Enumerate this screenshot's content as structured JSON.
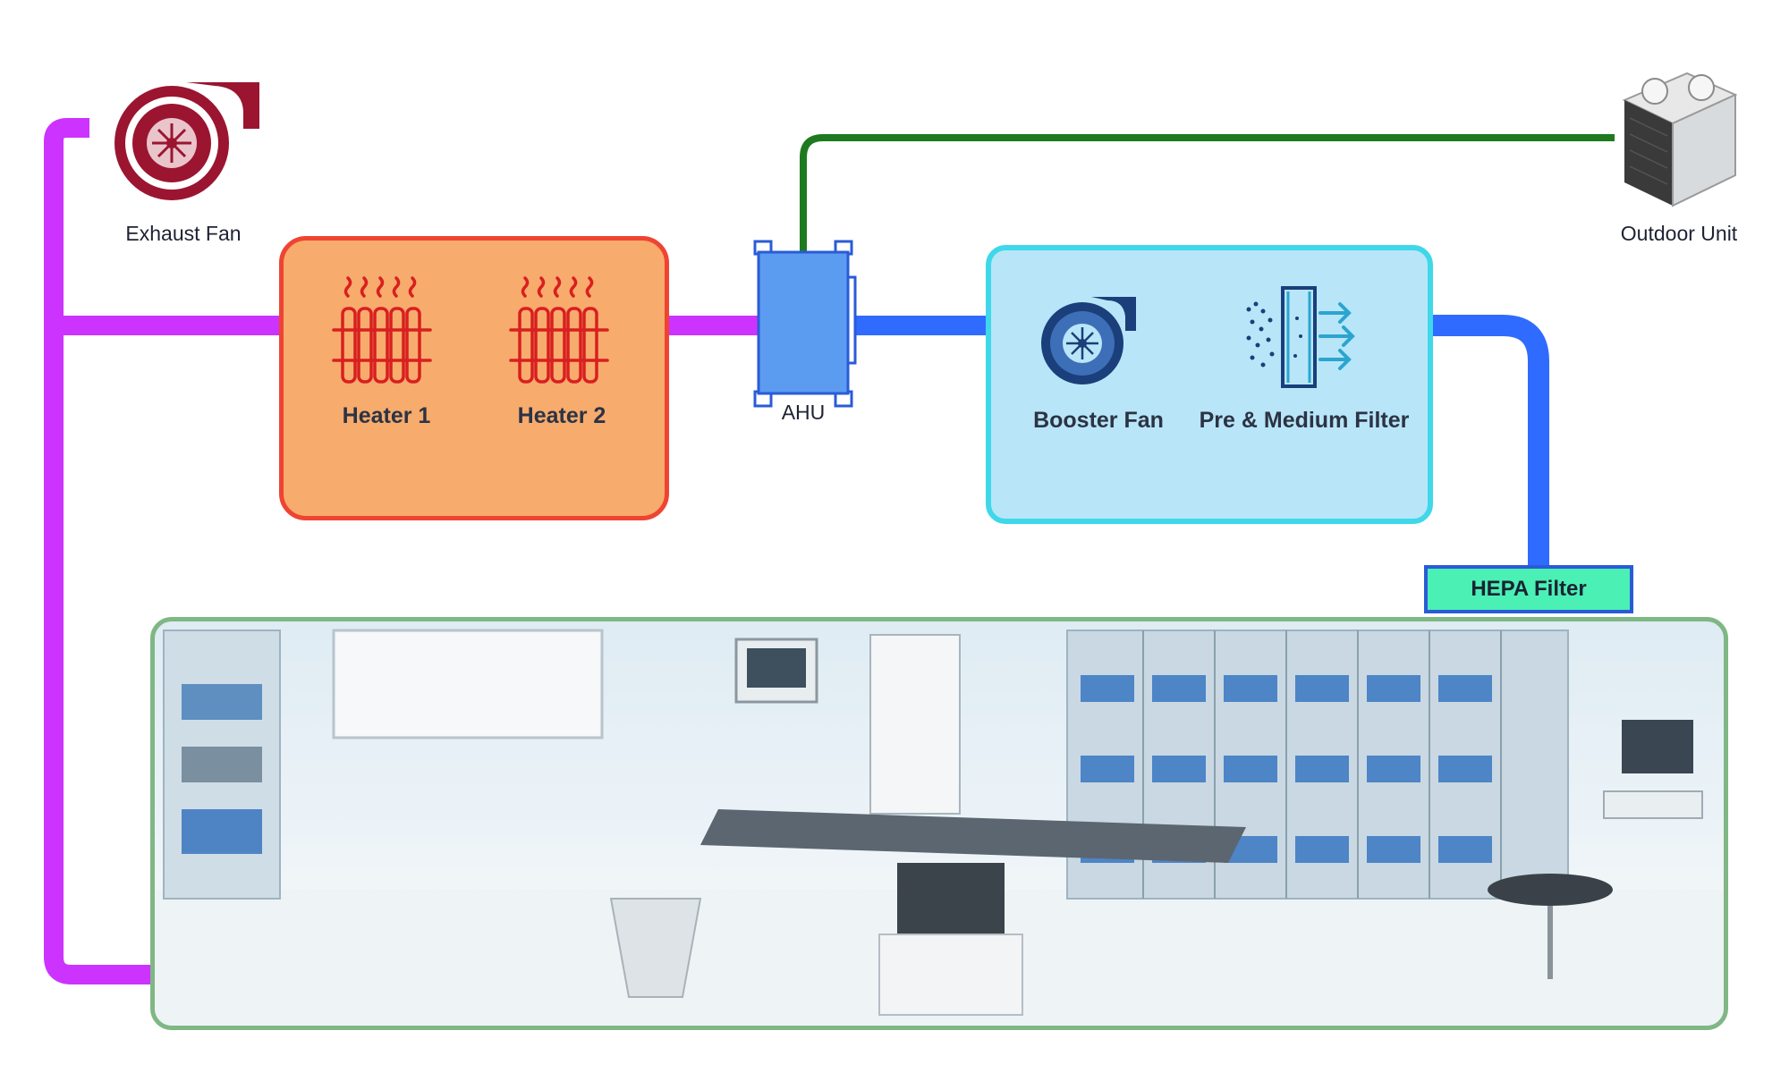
{
  "components": {
    "exhaust_fan": {
      "label": "Exhaust Fan"
    },
    "outdoor_unit": {
      "label": "Outdoor Unit"
    },
    "ahu": {
      "label": "AHU"
    },
    "heater_1": {
      "label": "Heater 1"
    },
    "heater_2": {
      "label": "Heater 2"
    },
    "booster_fan": {
      "label": "Booster Fan"
    },
    "filter": {
      "label": "Pre & Medium Filter"
    },
    "hepa_filter": {
      "label": "HEPA Filter"
    }
  },
  "room": {
    "image": "operating-room-photo"
  },
  "colors": {
    "return_duct": "#cc33ff",
    "supply_duct": "#2f6bff",
    "refrigerant_line": "#1f7a1f",
    "heater_fill": "#f7ab6d",
    "heater_border": "#ef4432",
    "booster_fill": "#b8e6f8",
    "booster_border": "#3fd7ea",
    "hepa_fill": "#4af0b4",
    "room_border": "#7fb785",
    "fan_red": "#9b1530",
    "fan_blue": "#1a3f7a"
  }
}
